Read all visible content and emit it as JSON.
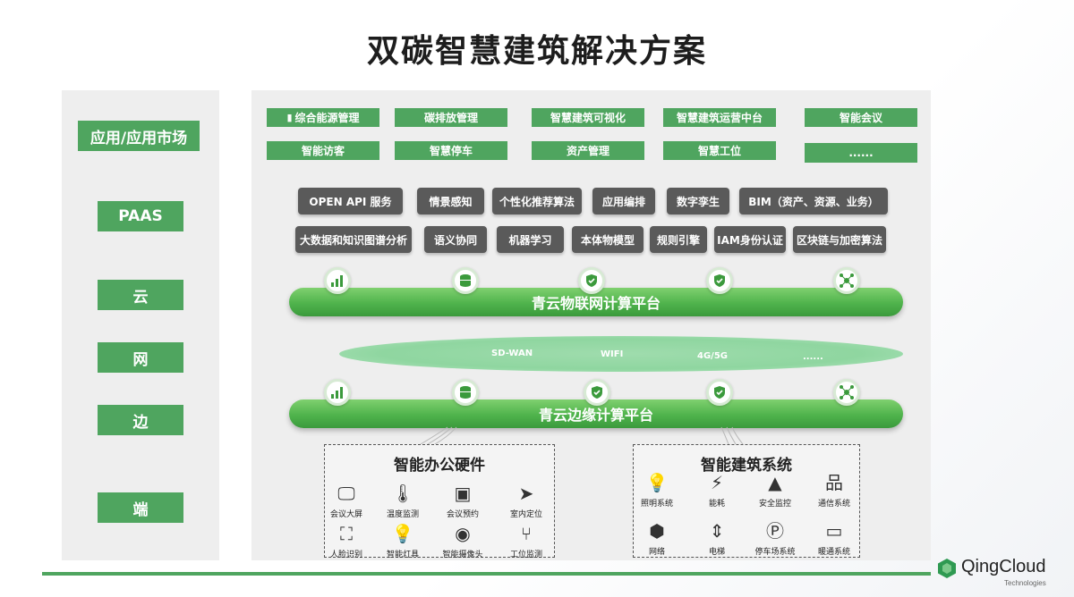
{
  "title": "双碳智慧建筑解决方案",
  "layers": [
    "应用/应用市场",
    "PAAS",
    "云",
    "网",
    "边",
    "端"
  ],
  "apps": [
    "综合能源管理",
    "碳排放管理",
    "智慧建筑可视化",
    "智慧建筑运营中台",
    "智能会议",
    "智能访客",
    "智慧停车",
    "资产管理",
    "智慧工位",
    "......"
  ],
  "paas_row1": [
    "OPEN API 服务",
    "情景感知",
    "个性化推荐算法",
    "应用编排",
    "数字孪生",
    "BIM（资产、资源、业务）"
  ],
  "paas_row2": [
    "大数据和知识图谱分析",
    "语义协同",
    "机器学习",
    "本体物模型",
    "规则引擎",
    "IAM身份认证",
    "区块链与加密算法"
  ],
  "iot_platform": "青云物联网计算平台",
  "network": [
    "SD-WAN",
    "WIFI",
    "4G/5G",
    "......"
  ],
  "edge_platform": "青云边缘计算平台",
  "office_hw": {
    "title": "智能办公硬件",
    "items": [
      "会议大屏",
      "温度监测",
      "会议预约",
      "室内定位",
      "人脸识别",
      "智能灯具",
      "智能摄像头",
      "工位监测"
    ]
  },
  "building_sys": {
    "title": "智能建筑系统",
    "items": [
      "照明系统",
      "能耗",
      "安全监控",
      "通信系统",
      "网络",
      "电梯",
      "停车场系统",
      "暖通系统"
    ]
  },
  "logo": {
    "name": "QingCloud",
    "sub": "Technologies"
  },
  "colors": {
    "accent": "#4fa55f",
    "paas": "#5a5a5a",
    "network": "#8fd6a0"
  }
}
